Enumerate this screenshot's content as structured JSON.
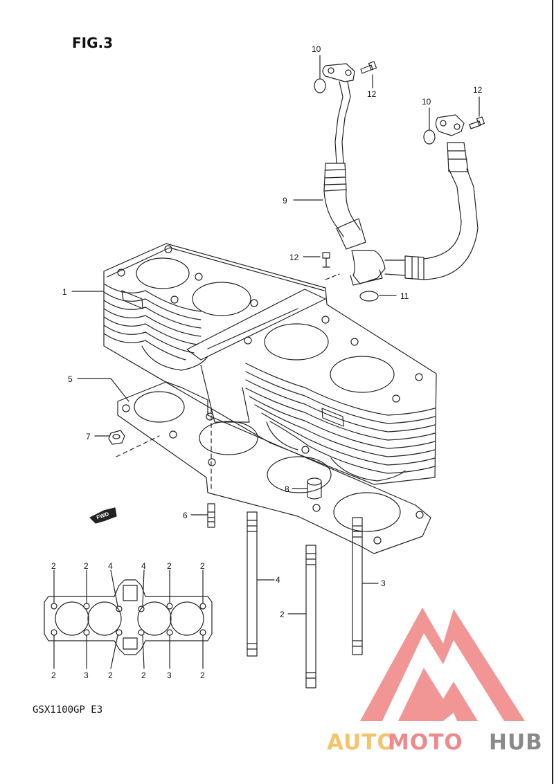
{
  "figure": {
    "title": "FIG.3",
    "model_code": "GSX1100GP  E3"
  },
  "fwd_label": "FWD",
  "callouts": {
    "c1": "1",
    "c2_stud": "2",
    "c3_stud": "3",
    "c4_stud": "4",
    "c5": "5",
    "c6": "6",
    "c7": "7",
    "c8": "8",
    "c9": "9",
    "c10_left": "10",
    "c10_right": "10",
    "c11": "11",
    "c12_top": "12",
    "c12_right": "12",
    "c12_mid": "12"
  },
  "stud_layout": {
    "top_labels": [
      "2",
      "2",
      "4",
      "4",
      "2",
      "2"
    ],
    "bottom_labels": [
      "2",
      "3",
      "2",
      "2",
      "3",
      "2"
    ]
  },
  "watermark": {
    "part1": "AUTO",
    "part2": "MOTO",
    "part3": "HUB",
    "color_part1": "#f6c36a",
    "color_part2": "#ef8a8a",
    "color_part3": "#8a8a8a",
    "logo_color": "#ef8a8a"
  },
  "colors": {
    "line": "#222222",
    "background": "#ffffff"
  }
}
